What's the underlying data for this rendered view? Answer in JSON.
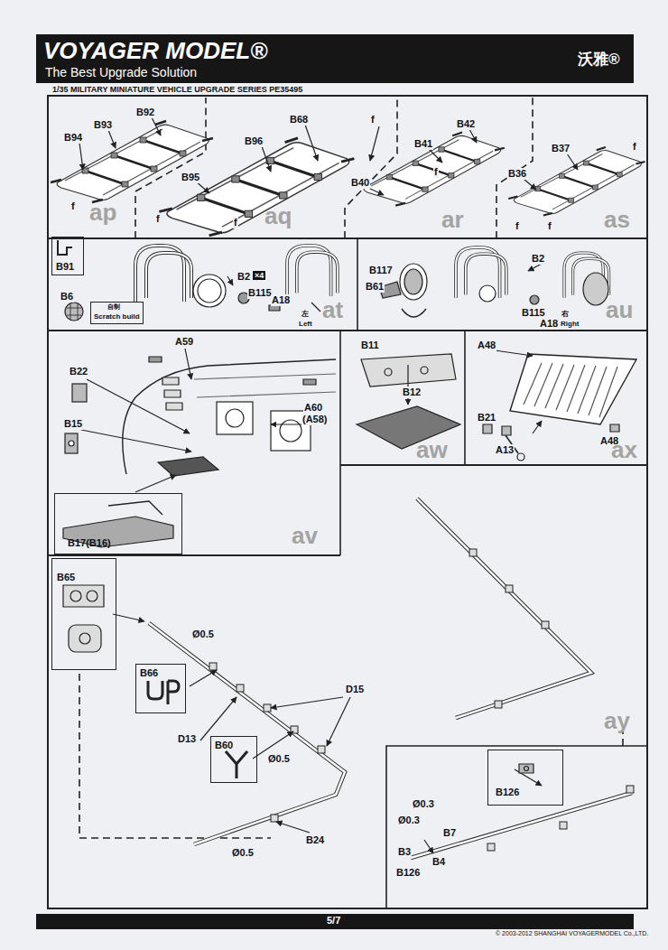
{
  "diagram": {
    "title": "1/35 MILITARY MINIATURE VEHICLE UPGRADE SERIES PE35495",
    "nodes": [
      {
        "text": [
          "VOYAGER MODEL®",
          "The Best Upgrade Solution",
          "沃雅®"
        ]
      },
      {
        "text": [
          "B91"
        ]
      },
      {
        "text": [
          "自制",
          "Scratch build"
        ]
      },
      {
        "text": [
          "B17(B16)"
        ]
      },
      {
        "text": [
          "B65"
        ]
      },
      {
        "text": [
          "B66"
        ]
      },
      {
        "text": [
          "B60"
        ]
      },
      {
        "text": [
          "B126"
        ]
      },
      {
        "text": [
          "5/7"
        ]
      }
    ],
    "labels": [
      "B92",
      "B93",
      "B94",
      "f",
      "ap",
      "B68",
      "f",
      "B96",
      "B95",
      "f",
      "f",
      "aq",
      "B42",
      "B41",
      "f",
      "B40",
      "ar",
      "B37",
      "f",
      "B36",
      "f",
      "f",
      "as",
      "B6",
      "B2",
      "×4",
      "B115",
      "A18",
      "左",
      "Left",
      "at",
      "B117",
      "B61",
      "B2",
      "B115",
      "A18",
      "右",
      "Right",
      "au",
      "A59",
      "B22",
      "B15",
      "A60",
      "(A58)",
      "av",
      "B11",
      "B12",
      "aw",
      "A48",
      "B21",
      "A13",
      "A48",
      "ax",
      "Ø0.5",
      "D13",
      "D15",
      "Ø0.5",
      "Ø0.5",
      "B24",
      "ay",
      "Ø0.3",
      "Ø0.3",
      "B7",
      "B3",
      "B4",
      "B126",
      "© 2003-2012 SHANGHAI VOYAGERMODEL Co.,LTD."
    ]
  }
}
